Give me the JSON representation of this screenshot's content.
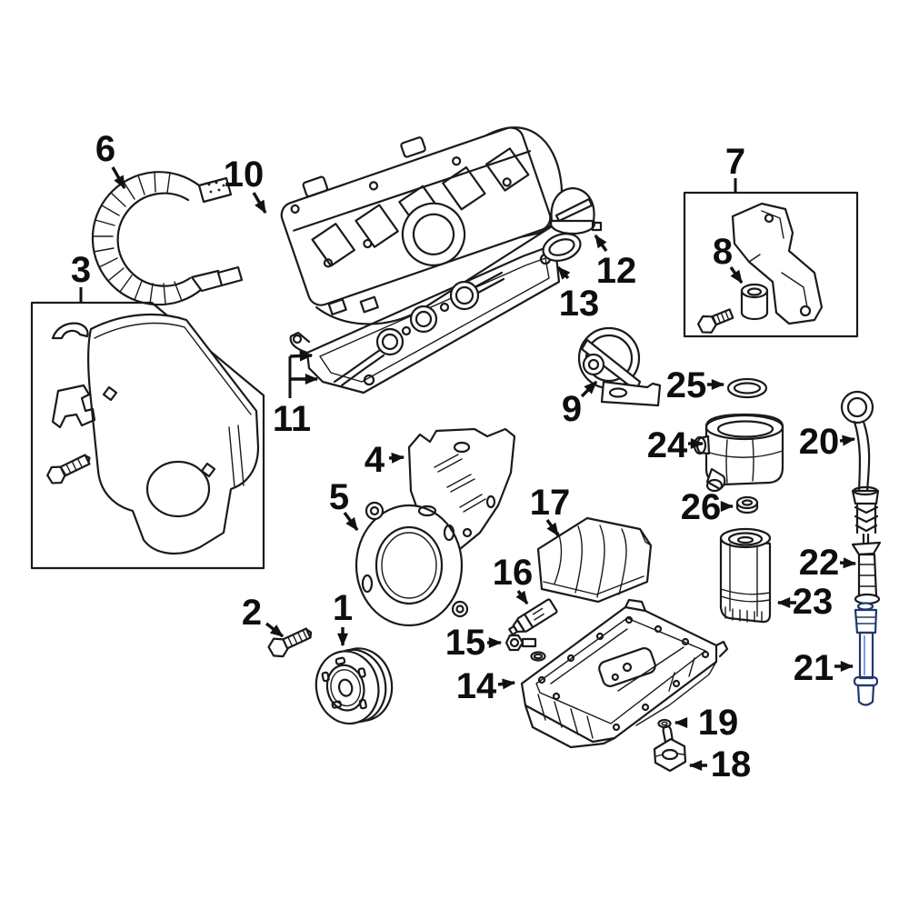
{
  "canvas": {
    "background": "#ffffff",
    "line_color": "#1a1a1a"
  },
  "highlight": {
    "callout": "21",
    "fill": "#3f69c5",
    "stroke": "#1d3a6e"
  },
  "callouts": [
    {
      "number": "1"
    },
    {
      "number": "2"
    },
    {
      "number": "3"
    },
    {
      "number": "4"
    },
    {
      "number": "5"
    },
    {
      "number": "6"
    },
    {
      "number": "7"
    },
    {
      "number": "8"
    },
    {
      "number": "9"
    },
    {
      "number": "10"
    },
    {
      "number": "11"
    },
    {
      "number": "12"
    },
    {
      "number": "13"
    },
    {
      "number": "14"
    },
    {
      "number": "15"
    },
    {
      "number": "16"
    },
    {
      "number": "17"
    },
    {
      "number": "18"
    },
    {
      "number": "19"
    },
    {
      "number": "20"
    },
    {
      "number": "21"
    },
    {
      "number": "22"
    },
    {
      "number": "23"
    },
    {
      "number": "24"
    },
    {
      "number": "25"
    },
    {
      "number": "26"
    }
  ]
}
